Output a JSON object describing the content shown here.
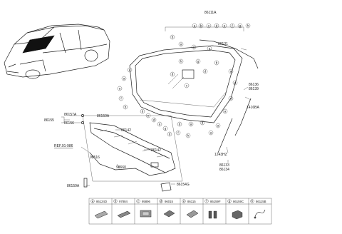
{
  "callout_letters": [
    "a",
    "b",
    "c",
    "d",
    "e",
    "f",
    "g",
    "h"
  ],
  "part_numbers": {
    "windshield_assy": "86111A",
    "upper_moulding": "86131",
    "side_moulding_top": "86136",
    "side_moulding_top2": "86139",
    "side_moulding_bottom": "86133",
    "side_moulding_bottom2": "86134",
    "clip": "1416BA",
    "side_clip": "1243HZ",
    "cowl_group": "86155",
    "cowl_clip_1": "86157A",
    "cowl_clip_2": "86156",
    "cowl_panel": "86150A",
    "cowl_bolt_1": "86142",
    "cowl_bolt_2": "86142",
    "washer_hose_a": "98516",
    "washer_hose_b": "98660",
    "reference": "REF.91-986",
    "drain_plug": "86159A",
    "cowl_seal": "86154G"
  },
  "legend": [
    {
      "letter": "a",
      "part": "86124D",
      "icon": "rectangular-pad-icon"
    },
    {
      "letter": "b",
      "part": "97884",
      "icon": "flat-tape-icon"
    },
    {
      "letter": "c",
      "part": "95896",
      "icon": "sensor-module-icon"
    },
    {
      "letter": "d",
      "part": "96015",
      "icon": "square-pad-icon"
    },
    {
      "letter": "e",
      "part": "86115",
      "icon": "rectangular-pad-icon"
    },
    {
      "letter": "f",
      "part": "86159F",
      "icon": "dual-clip-icon"
    },
    {
      "letter": "g",
      "part": "86159C",
      "icon": "block-clip-icon"
    },
    {
      "letter": "h",
      "part": "86115B",
      "icon": "wire-connector-icon"
    }
  ]
}
